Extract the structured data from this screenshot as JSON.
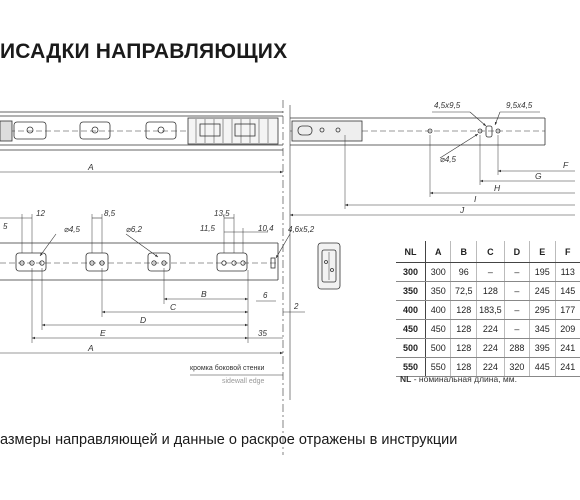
{
  "title": "ИСАДКИ НАПРАВЛЯЮЩИХ",
  "top_labels": {
    "A": "A",
    "F": "F",
    "G": "G",
    "H": "H",
    "I": "I",
    "J": "J",
    "hole1": "4,5x9,5",
    "hole2": "9,5x4,5",
    "dia": "⌀4,5"
  },
  "bottom_labels": {
    "d5": "5",
    "d12": "12",
    "dia45": "⌀4,5",
    "d85": "8,5",
    "dia62": "⌀6,2",
    "d135": "13,5",
    "d115": "11,5",
    "d104": "10,4",
    "slot": "4,6x5,2",
    "B": "B",
    "C": "C",
    "D": "D",
    "E": "E",
    "A": "A",
    "d6": "6",
    "d2": "2",
    "d35": "35"
  },
  "wall_note": {
    "ru": "кромка боковой стенки",
    "en": "sidewall edge"
  },
  "table": {
    "headers": [
      "NL",
      "A",
      "B",
      "C",
      "D",
      "E",
      "F"
    ],
    "rows": [
      [
        "300",
        "300",
        "96",
        "–",
        "–",
        "195",
        "113"
      ],
      [
        "350",
        "350",
        "72,5",
        "128",
        "–",
        "245",
        "145"
      ],
      [
        "400",
        "400",
        "128",
        "183,5",
        "–",
        "295",
        "177"
      ],
      [
        "450",
        "450",
        "128",
        "224",
        "–",
        "345",
        "209"
      ],
      [
        "500",
        "500",
        "128",
        "224",
        "288",
        "395",
        "241"
      ],
      [
        "550",
        "550",
        "128",
        "224",
        "320",
        "445",
        "241"
      ]
    ]
  },
  "legend": {
    "key": "NL",
    "text": " - номинальная длина, мм."
  },
  "footer": "азмеры направляющей и данные о раскрое отражены в инструкции"
}
